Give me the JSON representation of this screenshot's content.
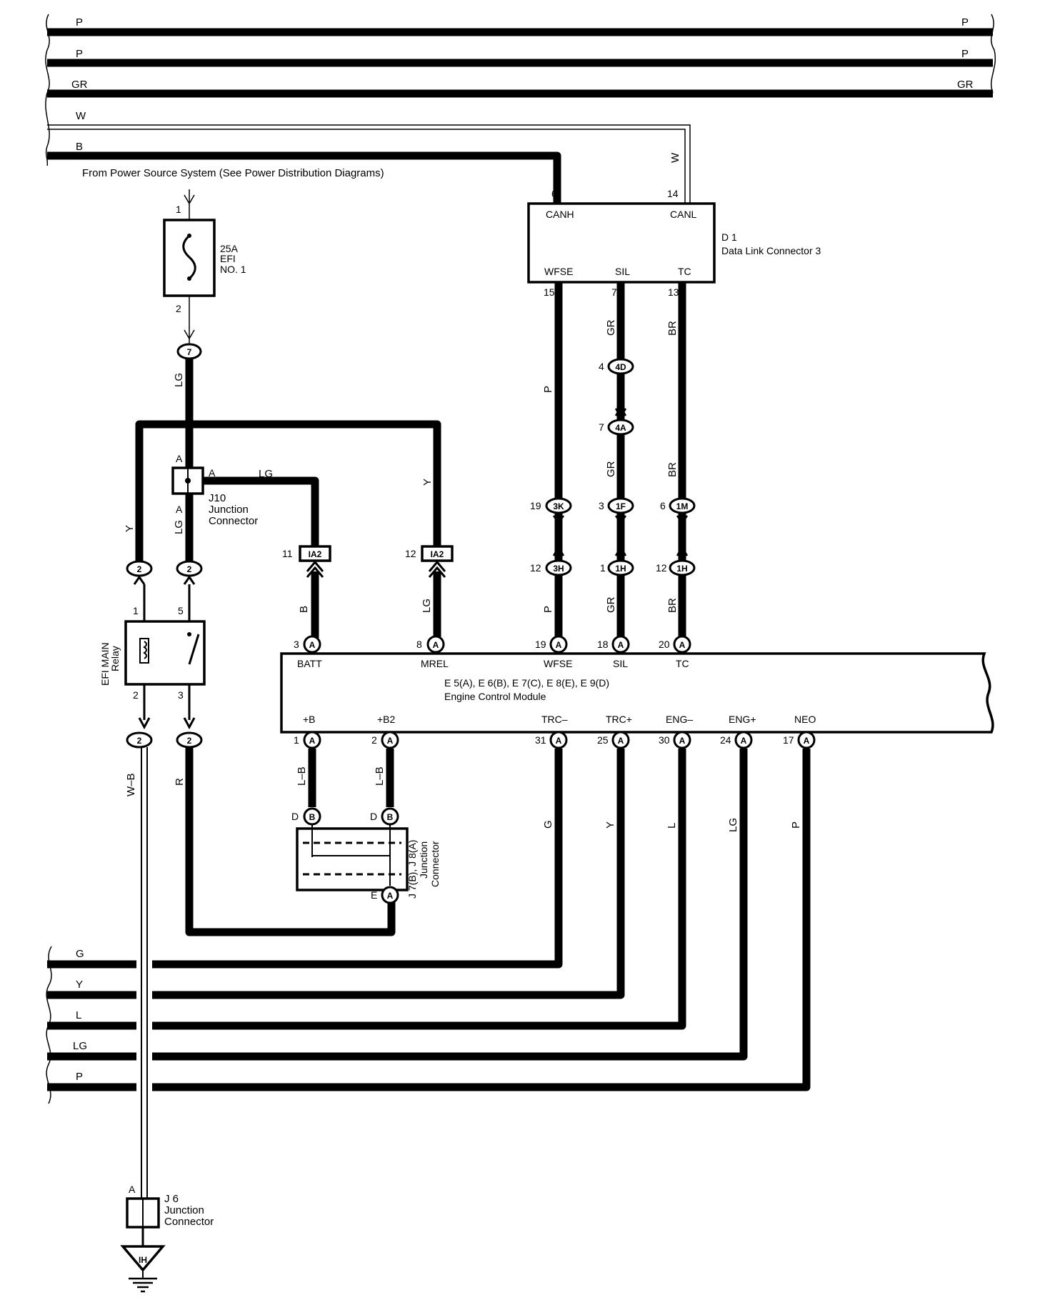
{
  "bus_top": {
    "wires": [
      {
        "left": "P",
        "right": "P"
      },
      {
        "left": "P",
        "right": "P"
      },
      {
        "left": "GR",
        "right": "GR"
      },
      {
        "left": "W"
      },
      {
        "left": "B"
      }
    ],
    "source_note": "From Power Source System (See Power Distribution Diagrams)"
  },
  "fuse": {
    "pin_in": "1",
    "pin_out": "2",
    "rating": "25A",
    "name1": "EFI",
    "name2": "NO. 1",
    "connector": "7"
  },
  "dlc": {
    "id": "D 1",
    "name": "Data Link Connector 3",
    "pins": [
      {
        "num": "6",
        "name": "CANH"
      },
      {
        "num": "14",
        "name": "CANL"
      },
      {
        "num": "15",
        "name": "WFSE"
      },
      {
        "num": "7",
        "name": "SIL"
      },
      {
        "num": "13",
        "name": "TC"
      }
    ],
    "wire_canl": "W"
  },
  "j10": {
    "id": "J10",
    "name1": "Junction",
    "name2": "Connector",
    "pin_top": "A",
    "pin_right": "A",
    "pin_bottom": "A"
  },
  "relay": {
    "name1": "EFI MAIN",
    "name2": "Relay",
    "pins": [
      "1",
      "5",
      "2",
      "3"
    ],
    "connector": "2"
  },
  "ecm": {
    "ids": "E 5(A), E 6(B), E 7(C), E 8(E), E 9(D)",
    "name": "Engine Control Module",
    "top_pins": [
      {
        "num": "3",
        "conn": "A",
        "name": "BATT"
      },
      {
        "num": "8",
        "conn": "A",
        "name": "MREL"
      },
      {
        "num": "19",
        "conn": "A",
        "name": "WFSE"
      },
      {
        "num": "18",
        "conn": "A",
        "name": "SIL"
      },
      {
        "num": "20",
        "conn": "A",
        "name": "TC"
      }
    ],
    "bottom_pins": [
      {
        "num": "1",
        "conn": "A",
        "name": "+B"
      },
      {
        "num": "2",
        "conn": "A",
        "name": "+B2"
      },
      {
        "num": "31",
        "conn": "A",
        "name": "TRC–"
      },
      {
        "num": "25",
        "conn": "A",
        "name": "TRC+"
      },
      {
        "num": "30",
        "conn": "A",
        "name": "ENG–"
      },
      {
        "num": "24",
        "conn": "A",
        "name": "ENG+"
      },
      {
        "num": "17",
        "conn": "A",
        "name": "NEO"
      }
    ]
  },
  "ia2": [
    {
      "num": "11",
      "label": "IA2"
    },
    {
      "num": "12",
      "label": "IA2"
    }
  ],
  "inline_connectors": [
    {
      "num": "4",
      "label": "4D"
    },
    {
      "num": "7",
      "label": "4A"
    },
    {
      "num": "19",
      "label": "3K"
    },
    {
      "num": "3",
      "label": "1F"
    },
    {
      "num": "6",
      "label": "1M"
    },
    {
      "num": "12",
      "label": "3H"
    },
    {
      "num": "1",
      "label": "1H"
    },
    {
      "num": "12",
      "label": "1H"
    }
  ],
  "wire_colors": {
    "fuse_lg": "LG",
    "left_y": "Y",
    "left_lg": "LG",
    "j10_lg": "LG",
    "right_y": "Y",
    "batt_b": "B",
    "mrel_lg": "LG",
    "dlc_p1": "P",
    "dlc_p2": "P",
    "sil_gr1": "GR",
    "sil_gr2": "GR",
    "sil_gr3": "GR",
    "tc_br1": "BR",
    "tc_br2": "BR",
    "tc_br3": "BR",
    "relay_wb": "W–B",
    "relay_r": "R",
    "pb_lb": "L–B",
    "pb2_lb": "L–B",
    "trcm_g": "G",
    "trcp_y": "Y",
    "engm_l": "L",
    "engp_lg": "LG",
    "neo_p": "P"
  },
  "j78": {
    "ids": "J 7(B), J 8(A)",
    "name1": "Junction",
    "name2": "Connector",
    "pin_d1": "D",
    "pin_d2": "D",
    "pin_e": "E",
    "conn_b": "B",
    "conn_a": "A"
  },
  "bus_bottom": {
    "wires": [
      "G",
      "Y",
      "L",
      "LG",
      "P"
    ]
  },
  "j6": {
    "id": "J 6",
    "name1": "Junction",
    "name2": "Connector",
    "pin": "A",
    "ground": "IH"
  }
}
